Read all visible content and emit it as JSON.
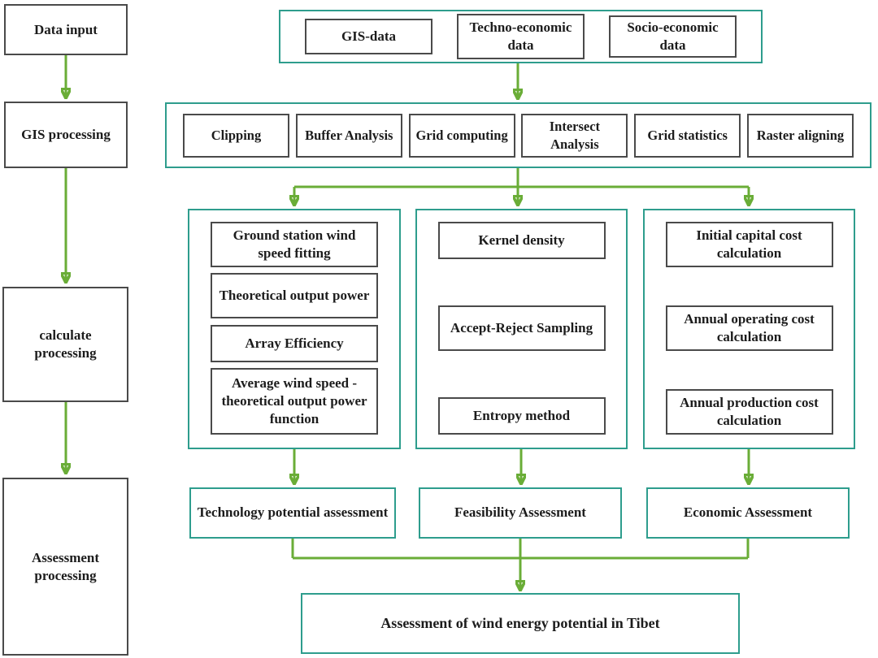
{
  "colors": {
    "teal_frame": "#2e9d8d",
    "arrow_green": "#6aad37",
    "box_border_gray": "#4a4a4a",
    "text": "#1c1c1c",
    "background": "#ffffff"
  },
  "left_rail": {
    "items": [
      {
        "label": "Data input"
      },
      {
        "label": "GIS processing"
      },
      {
        "label": "calculate processing"
      },
      {
        "label": "Assessment processing"
      }
    ]
  },
  "input_group": {
    "items": [
      {
        "label": "GIS-data"
      },
      {
        "label": "Techno-economic data"
      },
      {
        "label": "Socio-economic data"
      }
    ]
  },
  "gis_ops": {
    "items": [
      {
        "label": "Clipping"
      },
      {
        "label": "Buffer Analysis"
      },
      {
        "label": "Grid computing"
      },
      {
        "label": "Intersect Analysis"
      },
      {
        "label": "Grid statistics"
      },
      {
        "label": "Raster aligning"
      }
    ]
  },
  "method_columns": [
    {
      "name": "technology-methods",
      "items": [
        "Ground station wind speed fitting",
        "Theoretical output power",
        "Array Efficiency",
        "Average wind speed - theoretical output power function"
      ]
    },
    {
      "name": "feasibility-methods",
      "items": [
        "Kernel density",
        "Accept-Reject Sampling",
        "Entropy method"
      ]
    },
    {
      "name": "economic-methods",
      "items": [
        "Initial capital cost calculation",
        "Annual operating cost calculation",
        "Annual production cost calculation"
      ]
    }
  ],
  "assessments": {
    "items": [
      {
        "label": "Technology potential assessment"
      },
      {
        "label": "Feasibility Assessment"
      },
      {
        "label": "Economic Assessment"
      }
    ]
  },
  "final_box": {
    "label": "Assessment of wind energy potential in Tibet"
  }
}
